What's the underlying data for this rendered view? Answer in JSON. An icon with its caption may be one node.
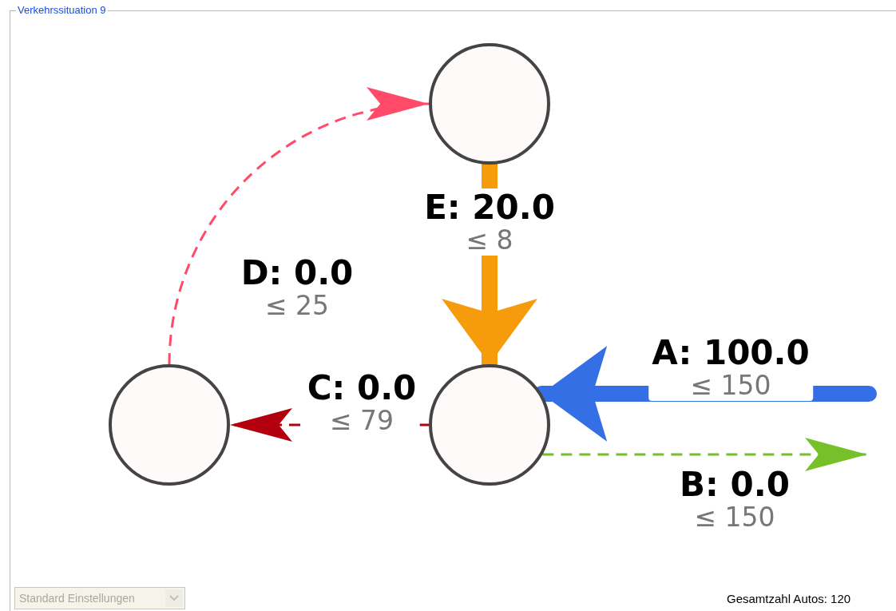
{
  "diagram": {
    "title": "Verkehrssituation 9",
    "nodes": [
      {
        "text": [],
        "shape": "circle"
      },
      {
        "text": [],
        "shape": "circle"
      },
      {
        "text": [],
        "shape": "circle"
      }
    ],
    "edges": [
      {
        "from": null,
        "to": 2,
        "arrow": "to",
        "label": "**A: 100.0** ≤ 150",
        "style": "thick",
        "color": "#346fe6"
      },
      {
        "from": 2,
        "to": null,
        "arrow": "to",
        "label": "**B: 0.0** ≤ 150",
        "style": "dashed",
        "color": "#76c02a"
      },
      {
        "from": 2,
        "to": 1,
        "arrow": "to",
        "label": "**C: 0.0** ≤ 79",
        "style": "dashed",
        "color": "#b3000f"
      },
      {
        "from": 1,
        "to": 0,
        "arrow": "to",
        "label": "**D: 0.0** ≤ 25",
        "style": "dashed",
        "color": "#ff4a6a"
      },
      {
        "from": 0,
        "to": 2,
        "arrow": "to",
        "label": "**E: 20.0** ≤ 8",
        "style": "thick",
        "color": "#f59b0c"
      }
    ],
    "labels": [
      "Standard Einstellungen",
      "Gesamtzahl Autos: 120"
    ]
  }
}
